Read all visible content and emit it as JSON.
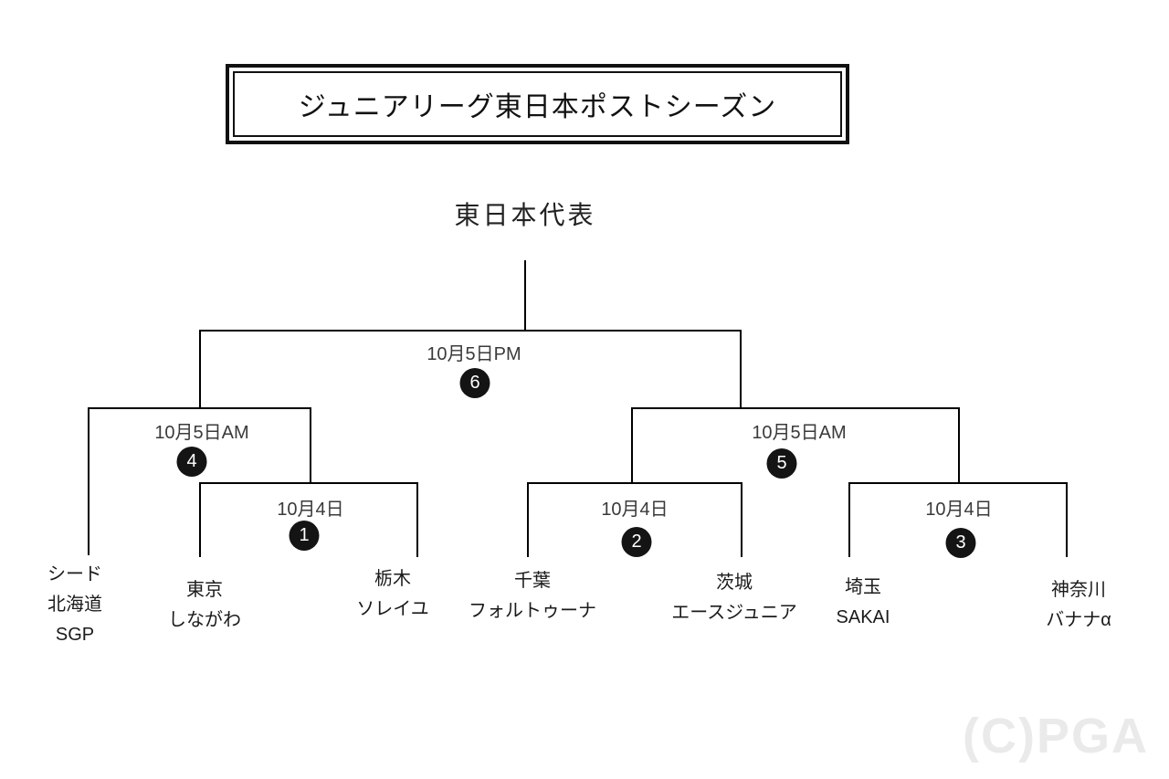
{
  "title": "ジュニアリーグ東日本ポストシーズン",
  "bracket": {
    "champion_label": "東日本代表",
    "matches": [
      {
        "number": "1",
        "date": "10月4日"
      },
      {
        "number": "2",
        "date": "10月4日"
      },
      {
        "number": "3",
        "date": "10月4日"
      },
      {
        "number": "4",
        "date": "10月5日AM"
      },
      {
        "number": "5",
        "date": "10月5日AM"
      },
      {
        "number": "6",
        "date": "10月5日PM"
      }
    ],
    "teams": [
      {
        "lines": [
          "シード",
          "北海道",
          "SGP"
        ]
      },
      {
        "lines": [
          "東京",
          "しながわ"
        ]
      },
      {
        "lines": [
          "栃木",
          "ソレイユ"
        ]
      },
      {
        "lines": [
          "千葉",
          "フォルトゥーナ"
        ]
      },
      {
        "lines": [
          "茨城",
          "エースジュニア"
        ]
      },
      {
        "lines": [
          "埼玉",
          "SAKAI"
        ]
      },
      {
        "lines": [
          "神奈川",
          "バナナα"
        ]
      }
    ]
  },
  "watermark": "(C)PGA",
  "colors": {
    "line_color": "#000000",
    "circle_bg": "#141414",
    "circle_text": "#ffffff",
    "date_color": "#3a3a3a",
    "team_color": "#1a1a1a",
    "title_color": "#111111",
    "watermark_color": "#eaeaea"
  }
}
